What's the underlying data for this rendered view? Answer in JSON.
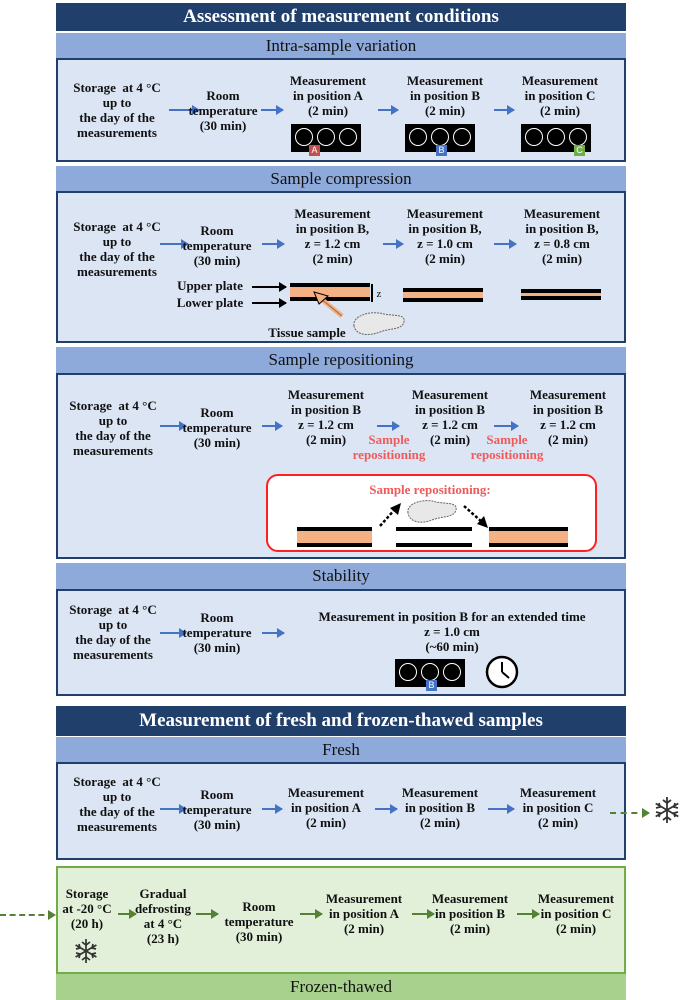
{
  "colors": {
    "header": "#213f6b",
    "subheader": "#8eaadb",
    "panel": "#dbe5f4",
    "arrow": "#4472c4",
    "green_panel": "#e2efd9",
    "green_border": "#70ad47",
    "sample": "#f4b183",
    "highlight": "#f05a5a"
  },
  "section1": {
    "title": "Assessment of measurement conditions",
    "intra": {
      "title": "Intra-sample variation",
      "steps": [
        "Storage  at 4 °C\nup to\nthe day of the\nmeasurements",
        "Room\ntemperature\n(30 min)",
        "Measurement\nin position A\n(2 min)",
        "Measurement\nin position B\n(2 min)",
        "Measurement\nin position C\n(2 min)"
      ],
      "labels": [
        "A",
        "B",
        "C"
      ]
    },
    "compression": {
      "title": "Sample compression",
      "steps": [
        "Storage  at 4 °C\nup to\nthe day of the\nmeasurements",
        "Room\ntemperature\n(30 min)",
        "Measurement\nin position B,\nz = 1.2 cm\n(2 min)",
        "Measurement\nin position B,\nz = 1.0 cm\n(2 min)",
        "Measurement\nin position B,\nz = 0.8 cm\n(2 min)"
      ],
      "upper": "Upper plate",
      "lower": "Lower plate",
      "tissue": "Tissue sample",
      "z": "z"
    },
    "repositioning": {
      "title": "Sample repositioning",
      "steps": [
        "Storage  at 4 °C\nup to\nthe day of the\nmeasurements",
        "Room\ntemperature\n(30 min)",
        "Measurement\nin position B\nz = 1.2 cm\n(2 min)",
        "Measurement\nin position B\nz = 1.2 cm\n(2 min)",
        "Measurement\nin position B\nz = 1.2 cm\n(2 min)"
      ],
      "action": "Sample\nrepositioning",
      "inset": "Sample repositioning:"
    },
    "stability": {
      "title": "Stability",
      "steps": [
        "Storage  at 4 °C\nup to\nthe day of the\nmeasurements",
        "Room\ntemperature\n(30 min)",
        "Measurement in position B for an extended time\nz = 1.0 cm\n(~60 min)"
      ],
      "label": "B"
    }
  },
  "section2": {
    "title": "Measurement of fresh and frozen-thawed samples",
    "fresh": {
      "title": "Fresh",
      "steps": [
        "Storage  at 4 °C\nup to\nthe day of the\nmeasurements",
        "Room\ntemperature\n(30 min)",
        "Measurement\nin position A\n(2 min)",
        "Measurement\nin position B\n(2 min)",
        "Measurement\nin position C\n(2 min)"
      ]
    },
    "frozen": {
      "title": "Frozen-thawed",
      "steps": [
        "Storage\nat -20 °C\n(20 h)",
        "Gradual\ndefrosting\nat 4 °C\n(23 h)",
        "Room\ntemperature\n(30 min)",
        "Measurement\nin position A\n(2 min)",
        "Measurement\nin position B\n(2 min)",
        "Measurement\nin position C\n(2 min)"
      ]
    }
  }
}
